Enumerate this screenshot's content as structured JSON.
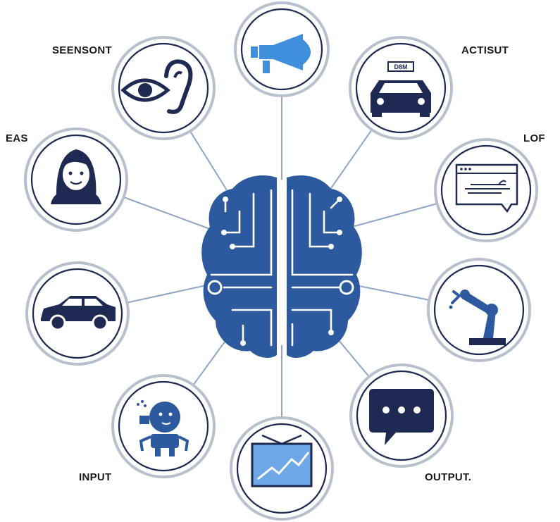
{
  "labels": {
    "top_left": "SEENSONT",
    "top_right": "ACTISUT",
    "left_upper": "EAS",
    "right_upper": "LOF",
    "bottom_left": "INPUT",
    "bottom_right": "OUTPUT."
  },
  "screen_badge": "D8M",
  "colors": {
    "navy": "#1e2a52",
    "brain_blue": "#2d5a9e",
    "light_blue": "#3f8fdc",
    "connector": "#8fa6c4",
    "ring": "#b7c0cc"
  },
  "icons": [
    "eye-ear-icon",
    "megaphone-icon",
    "taxi-icon",
    "person-avatar-icon",
    "browser-window-icon",
    "car-side-icon",
    "robot-arm-icon",
    "robot-character-icon",
    "chart-monitor-icon",
    "chat-bubble-icon",
    "brain-circuit-icon"
  ]
}
